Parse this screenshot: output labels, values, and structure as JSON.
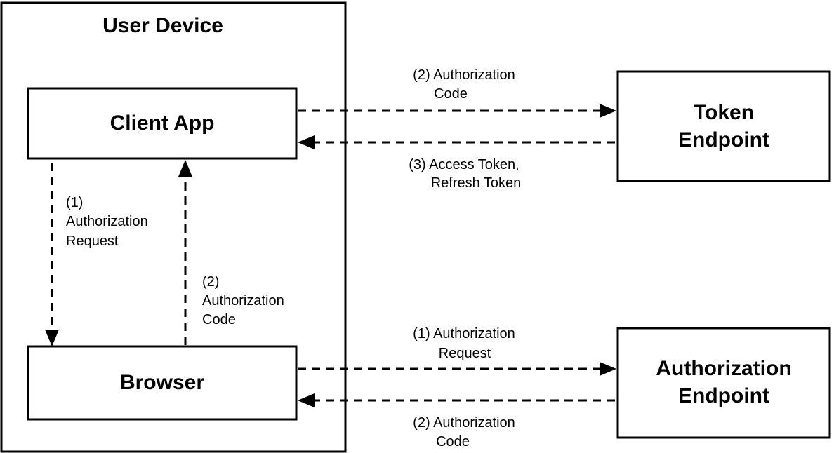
{
  "user_device": {
    "title": "User Device"
  },
  "client_app": {
    "label": "Client App"
  },
  "browser": {
    "label": "Browser"
  },
  "token_endpoint": {
    "line1": "Token",
    "line2": "Endpoint"
  },
  "authorization_endpoint": {
    "line1": "Authorization",
    "line2": "Endpoint"
  },
  "labels": {
    "client_to_browser": [
      "(1)",
      "Authorization",
      "Request"
    ],
    "browser_to_client": [
      "(2)",
      "Authorization",
      "Code"
    ],
    "client_to_token": [
      "(2) Authorization",
      "Code"
    ],
    "token_to_client": [
      "(3) Access Token,",
      "Refresh Token"
    ],
    "browser_to_auth": [
      "(1) Authorization",
      "Request"
    ],
    "auth_to_browser": [
      "(2) Authorization",
      "Code"
    ]
  },
  "colors": {
    "stroke": "#000000",
    "background": "#ffffff"
  }
}
